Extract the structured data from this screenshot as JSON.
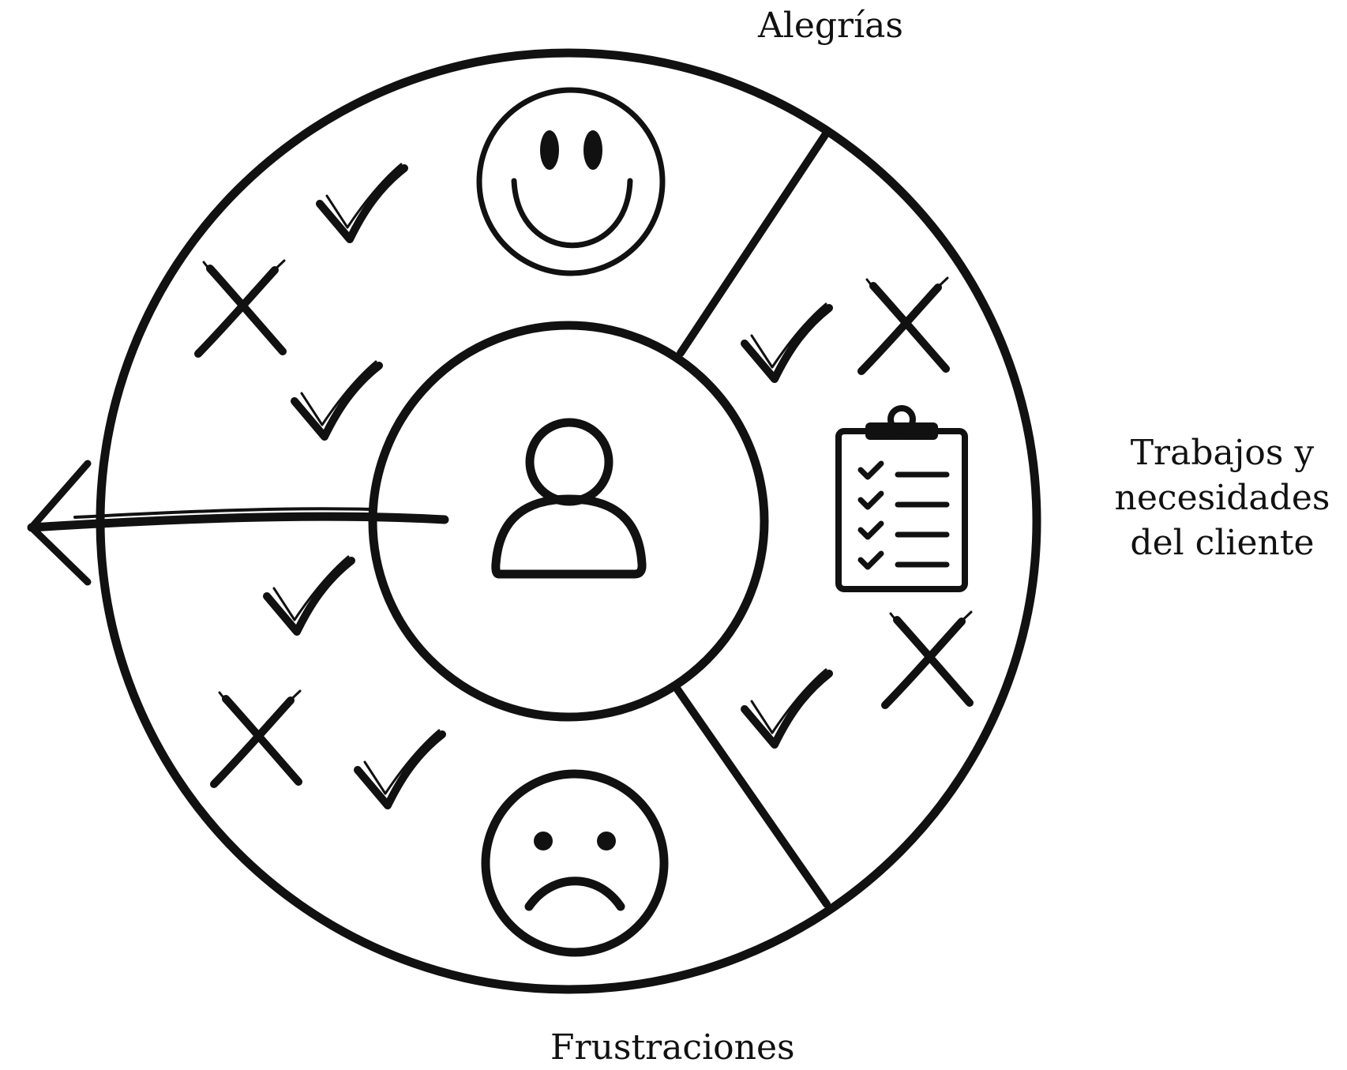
{
  "labels": {
    "top": "Alegrías",
    "bottom": "Frustraciones",
    "right_lines": [
      "Trabajos y",
      "necesidades",
      "del cliente"
    ]
  },
  "icons": {
    "center": "user-icon",
    "top": "smiley-face-icon",
    "bottom": "sad-face-icon",
    "right": "clipboard-checklist-icon",
    "marks": [
      "check-icon",
      "cross-icon"
    ]
  },
  "colors": {
    "ink": "#111111",
    "background": "#ffffff"
  }
}
